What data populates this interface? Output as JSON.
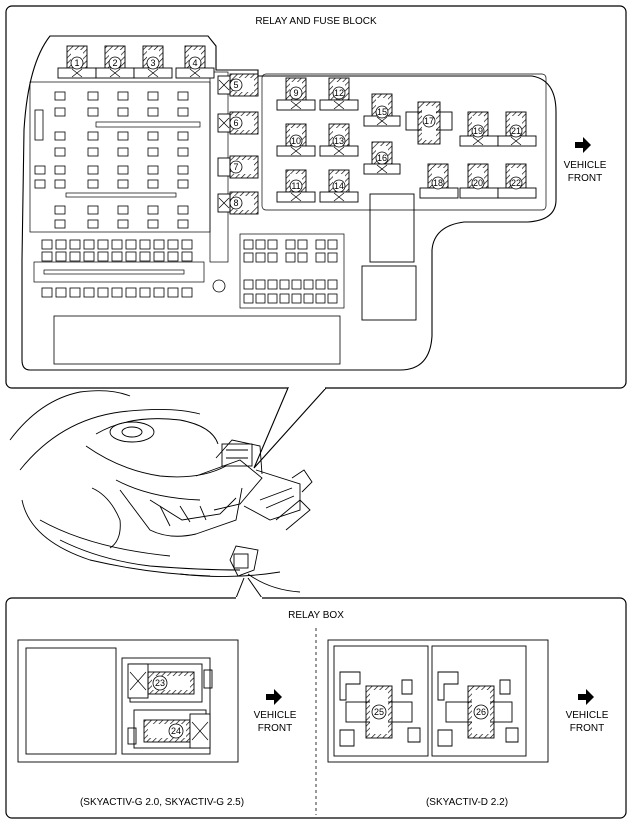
{
  "top_panel": {
    "title": "RELAY AND FUSE BLOCK",
    "vehicle_front": [
      "VEHICLE",
      "FRONT"
    ],
    "relay_numbers": [
      "1",
      "2",
      "3",
      "4",
      "5",
      "6",
      "7",
      "8",
      "9",
      "10",
      "11",
      "12",
      "13",
      "14",
      "15",
      "16",
      "17",
      "18",
      "19",
      "20",
      "21",
      "22"
    ]
  },
  "bottom_panel": {
    "title": "RELAY BOX",
    "left_numbers": [
      "23",
      "24"
    ],
    "right_numbers": [
      "25",
      "26"
    ],
    "left_caption": "(SKYACTIV-G 2.0, SKYACTIV-G 2.5)",
    "right_caption": "(SKYACTIV-D 2.2)",
    "vehicle_front_left": [
      "VEHICLE",
      "FRONT"
    ],
    "vehicle_front_right": [
      "VEHICLE",
      "FRONT"
    ]
  }
}
